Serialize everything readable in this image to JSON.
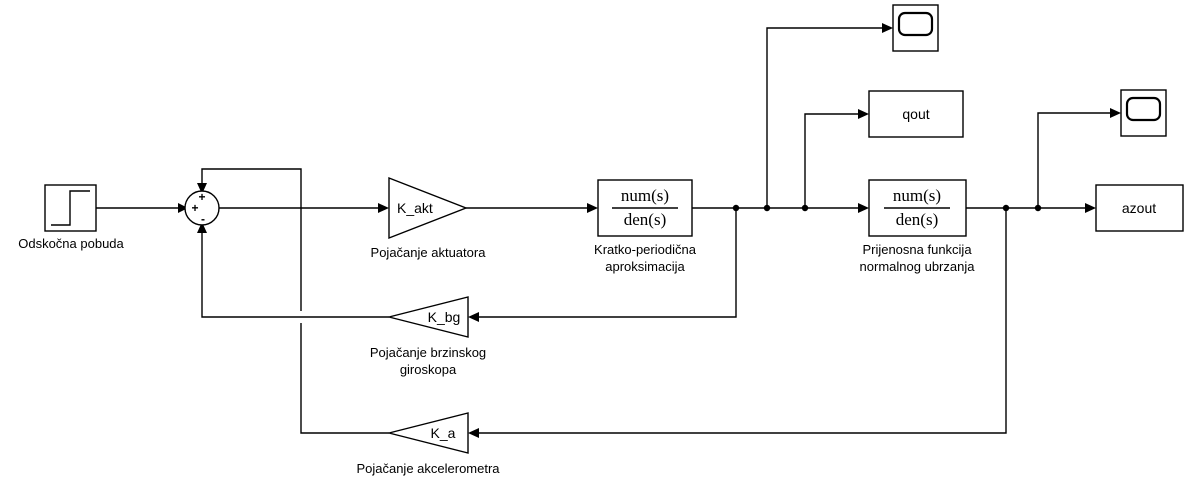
{
  "blocks": {
    "step": {
      "caption": "Odskočna pobuda"
    },
    "sum": {
      "sign_top": "+",
      "sign_left": "+",
      "sign_bottom": "-"
    },
    "gain_akt": {
      "label": "K_akt",
      "caption": "Pojačanje aktuatora"
    },
    "tf_short_period": {
      "num": "num(s)",
      "den": "den(s)",
      "caption_line1": "Kratko-periodična",
      "caption_line2": "aproksimacija"
    },
    "tf_normal_accel": {
      "num": "num(s)",
      "den": "den(s)",
      "caption_line1": "Prijenosna funkcija",
      "caption_line2": "normalnog ubrzanja"
    },
    "gain_bg": {
      "label": "K_bg",
      "caption_line1": "Pojačanje brzinskog",
      "caption_line2": "giroskopa"
    },
    "gain_a": {
      "label": "K_a",
      "caption": "Pojačanje akcelerometra"
    },
    "out_q": {
      "label": "qout"
    },
    "out_az": {
      "label": "azout"
    },
    "scope_1": {
      "icon": "scope-icon"
    },
    "scope_2": {
      "icon": "scope-icon"
    }
  }
}
